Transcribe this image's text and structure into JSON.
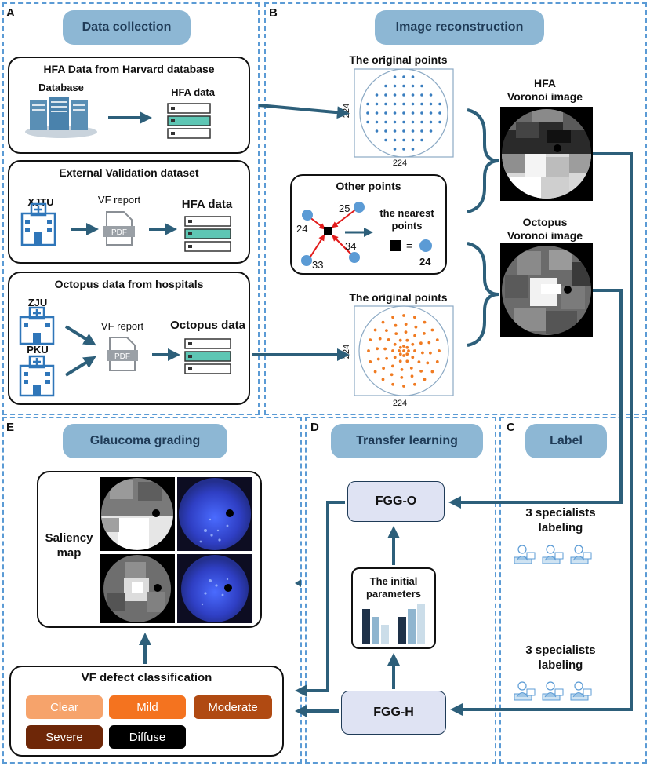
{
  "panels": {
    "a": {
      "letter": "A",
      "header": "Data collection"
    },
    "b": {
      "letter": "B",
      "header": "Image reconstruction"
    },
    "c": {
      "letter": "C",
      "header": "Label"
    },
    "d": {
      "letter": "D",
      "header": "Transfer learning"
    },
    "e": {
      "letter": "E",
      "header": "Glaucoma grading"
    }
  },
  "data_collection": {
    "harvard": {
      "title": "HFA Data from Harvard database",
      "database_label": "Database",
      "output_label": "HFA data"
    },
    "external": {
      "title": "External Validation dataset",
      "hospital": "XJTU",
      "report_label": "VF report",
      "pdf_text": "PDF",
      "output_label": "HFA data"
    },
    "octopus": {
      "title": "Octopus data from hospitals",
      "hospital_1": "ZJU",
      "hospital_2": "PKU",
      "report_label": "VF report",
      "pdf_text": "PDF",
      "output_label": "Octopus data"
    }
  },
  "reconstruction": {
    "hfa_points": {
      "title": "The original points",
      "side_label": "224",
      "bottom_label": "224"
    },
    "octopus_points": {
      "title": "The original points",
      "side_label": "224",
      "bottom_label": "224"
    },
    "other_points": {
      "title": "Other points",
      "values": [
        "25",
        "24",
        "33",
        "34"
      ],
      "nearest_label_1": "the nearest",
      "nearest_label_2": "points",
      "equals": "=",
      "result": "24"
    },
    "hfa_voronoi": {
      "title_1": "HFA",
      "title_2": "Voronoi image"
    },
    "octopus_voronoi": {
      "title_1": "Octopus",
      "title_2": "Voronoi image"
    }
  },
  "label": {
    "group_1": "3 specialists labeling",
    "group_1_line1": "3 specialists",
    "group_1_line2": "labeling",
    "group_2_line1": "3 specialists",
    "group_2_line2": "labeling"
  },
  "transfer": {
    "fgg_o": "FGG-O",
    "fgg_h": "FGG-H",
    "initial_1": "The initial",
    "initial_2": "parameters"
  },
  "grading": {
    "saliency_1": "Saliency",
    "saliency_2": "map",
    "classification_title": "VF defect classification",
    "classes": [
      {
        "label": "Clear",
        "color": "#f6a36b"
      },
      {
        "label": "Mild",
        "color": "#f4731f"
      },
      {
        "label": "Moderate",
        "color": "#b04a12"
      },
      {
        "label": "Severe",
        "color": "#6e2708"
      },
      {
        "label": "Diffuse",
        "color": "#000000"
      }
    ]
  },
  "colors": {
    "arrow": "#2d5f7a",
    "dashed": "#5b9bd5",
    "header": "#8db7d4",
    "hfa_dot": "#3a7ebf",
    "octopus_dot": "#f07b22"
  }
}
